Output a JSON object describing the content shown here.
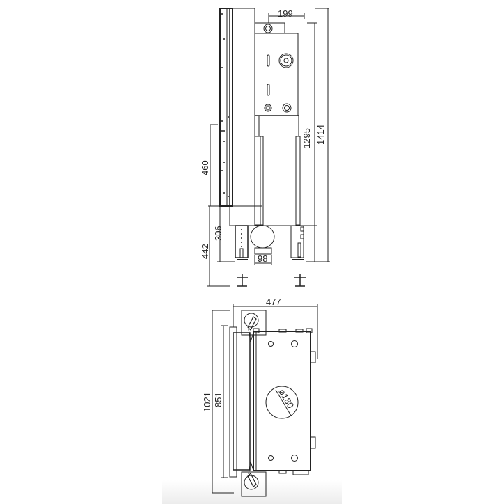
{
  "drawing": {
    "side_view": {
      "dimensions": {
        "top_width": "199",
        "height_inner": "1295",
        "height_total": "1414",
        "glass_height": "460",
        "base_height": "306",
        "leg_height": "442",
        "flue_width": "98"
      }
    },
    "top_view": {
      "dimensions": {
        "width": "477",
        "length_total": "1021",
        "length_inner": "851",
        "flue_diameter": "ø180"
      }
    },
    "colors": {
      "line": "#222222",
      "background": "#ffffff",
      "edge": "#ececec"
    }
  }
}
